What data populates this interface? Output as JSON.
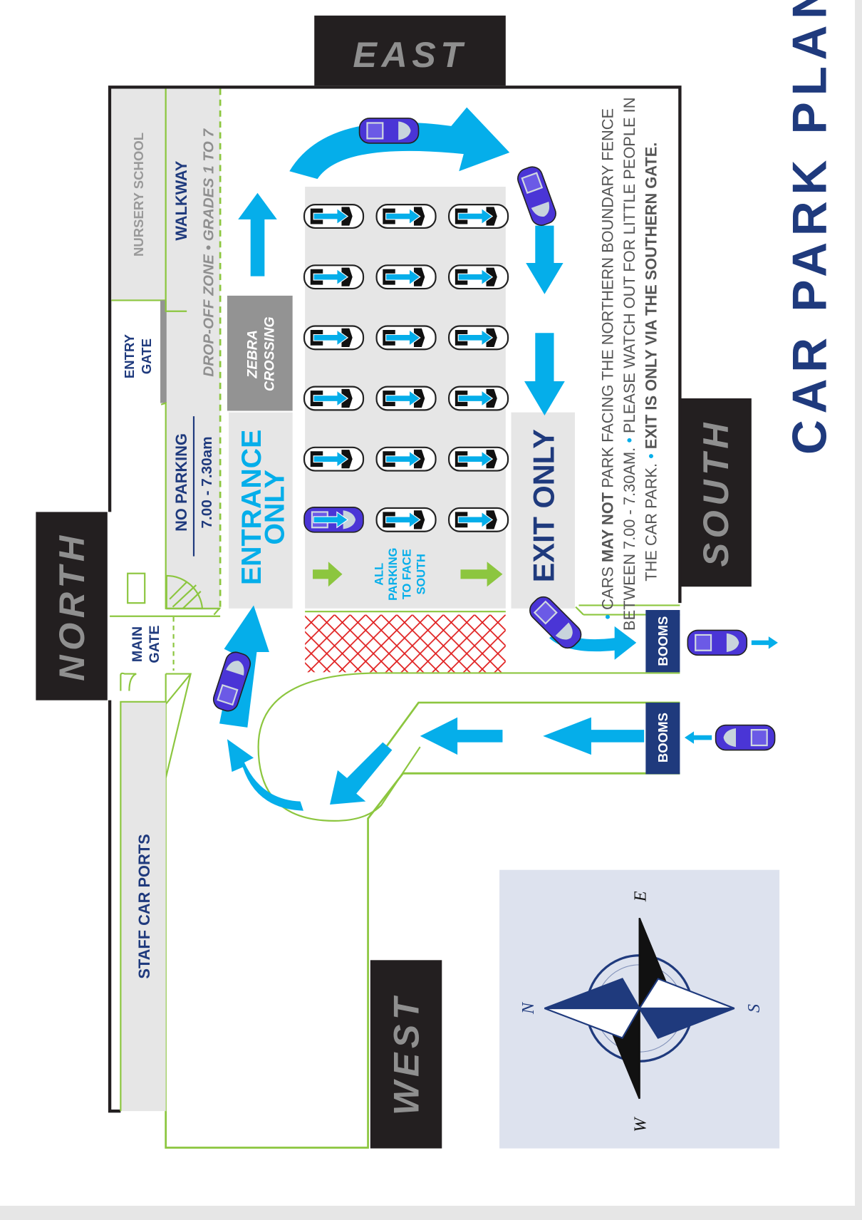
{
  "title": "CAR PARK PLAN",
  "directions": {
    "north": "NORTH",
    "east": "EAST",
    "south": "SOUTH",
    "west": "WEST"
  },
  "areas": {
    "nursery_school": "NURSERY SCHOOL",
    "walkway": "WALKWAY",
    "drop_off_zone": "DROP-OFF ZONE • GRADES 1 TO 7",
    "entry_gate": [
      "ENTRY",
      "GATE"
    ],
    "main_gate": [
      "MAIN",
      "GATE"
    ],
    "zebra_crossing": [
      "ZEBRA",
      "CROSSING"
    ],
    "no_parking": "NO PARKING",
    "no_parking_time": "7.00 - 7.30am",
    "entrance_only": [
      "ENTRANCE",
      "ONLY"
    ],
    "exit_only": "EXIT ONLY",
    "parking_rule": [
      "ALL",
      "PARKING",
      "TO FACE",
      "SOUTH"
    ],
    "staff_car_ports": "STAFF CAR PORTS",
    "booms_exit": "BOOMS",
    "booms_entry": "BOOMS"
  },
  "notice": {
    "line1_pre": "CARS ",
    "line1_bold": "MAY NOT",
    "line1_post": " PARK FACING THE NORTHERN BOUNDARY FENCE",
    "line2": "BETWEEN 7.00 - 7.30AM.",
    "line2_post": " PLEASE WATCH OUT FOR LITTLE PEOPLE IN",
    "line3": "THE CAR PARK.",
    "line3_bold": "EXIT IS ONLY VIA THE SOUTHERN GATE."
  },
  "compass": {
    "n": "N",
    "e": "E",
    "s": "S",
    "w": "W"
  },
  "parking": {
    "rows": 6,
    "columns": 3,
    "highlighted_spot": "row 6, column 1"
  },
  "colors": {
    "navy": "#1f3a7d",
    "blue_arrow": "#05aeea",
    "green_line": "#8cc63f",
    "car_purple": "#4a35d6",
    "label_box": "#231f20",
    "label_text": "#8f8f8f",
    "hatch_red": "#e02020",
    "zone_gray": "#e6e6e6",
    "zebra_gray": "#939393",
    "compass_bg": "#dde2ee"
  }
}
